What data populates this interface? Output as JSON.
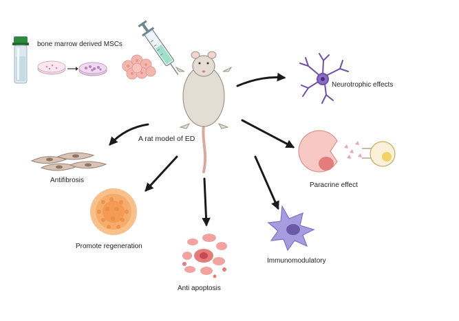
{
  "labels": {
    "source": "bone marrow derived MSCs",
    "model": "A rat model of ED",
    "neurotrophic": "Neurotrophic effects",
    "antifibrosis": "Antifibrosis",
    "paracrine": "Paracrine effect",
    "regeneration": "Promote regeneration",
    "immunomodulatory": "Immunomodulatory",
    "apoptosis": "Anti apoptosis"
  },
  "colors": {
    "arrow": "#1a1a1a",
    "rat_body": "#e3ddd3",
    "rat_outline": "#9c948a",
    "tail": "#d9a9a0",
    "neuron": "#6e4ea6",
    "immune_cell": "#9b90d6",
    "msc_cluster": "#f2b8b0",
    "regeneration": "#f4a65c",
    "apoptosis": "#e57c7c",
    "paracrine_cell": "#f7c8c4",
    "tube_cap": "#2e8a3e"
  },
  "icons": [
    "test-tube-icon",
    "petri-dish-icon",
    "cell-cluster-icon",
    "syringe-icon",
    "rat-icon",
    "neuron-icon",
    "fibroblast-icon",
    "paracrine-cells-icon",
    "regeneration-tissue-icon",
    "apoptotic-cell-icon",
    "immune-cell-icon"
  ]
}
